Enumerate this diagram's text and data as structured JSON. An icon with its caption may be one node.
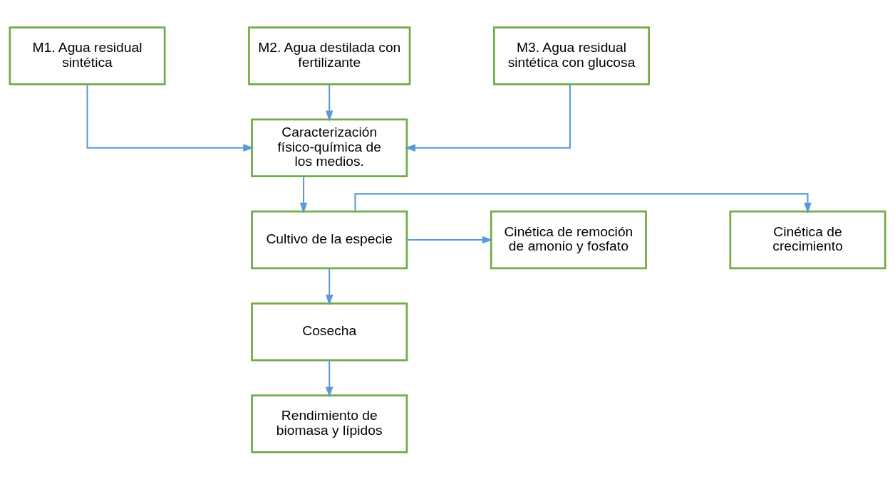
{
  "diagram": {
    "nodes": [
      {
        "text": [
          "M1. Agua residual sintética"
        ]
      },
      {
        "text": [
          "M2. Agua destilada con fertilizante"
        ]
      },
      {
        "text": [
          "M3. Agua residual sintética con glucosa"
        ]
      },
      {
        "text": [
          "Caracterización físico-química de los medios."
        ]
      },
      {
        "text": [
          "Cinética de crecimiento"
        ]
      },
      {
        "text": [
          "Cultivo de la especie"
        ]
      },
      {
        "text": [
          "Cinética de remoción de amonio y fosfato"
        ]
      },
      {
        "text": [
          "Cosecha"
        ]
      },
      {
        "text": [
          "Rendimiento de biomasa y lípidos"
        ]
      }
    ],
    "edges": [
      {
        "from": 0,
        "to": 3,
        "arrow": "to"
      },
      {
        "from": 1,
        "to": 3,
        "arrow": "to"
      },
      {
        "from": 2,
        "to": 3,
        "arrow": "to"
      },
      {
        "from": 3,
        "to": 5,
        "arrow": "to"
      },
      {
        "from": 5,
        "to": 4,
        "arrow": "to"
      },
      {
        "from": 5,
        "to": 6,
        "arrow": "to"
      },
      {
        "from": 5,
        "to": 7,
        "arrow": "to"
      },
      {
        "from": 7,
        "to": 8,
        "arrow": "to"
      }
    ]
  }
}
